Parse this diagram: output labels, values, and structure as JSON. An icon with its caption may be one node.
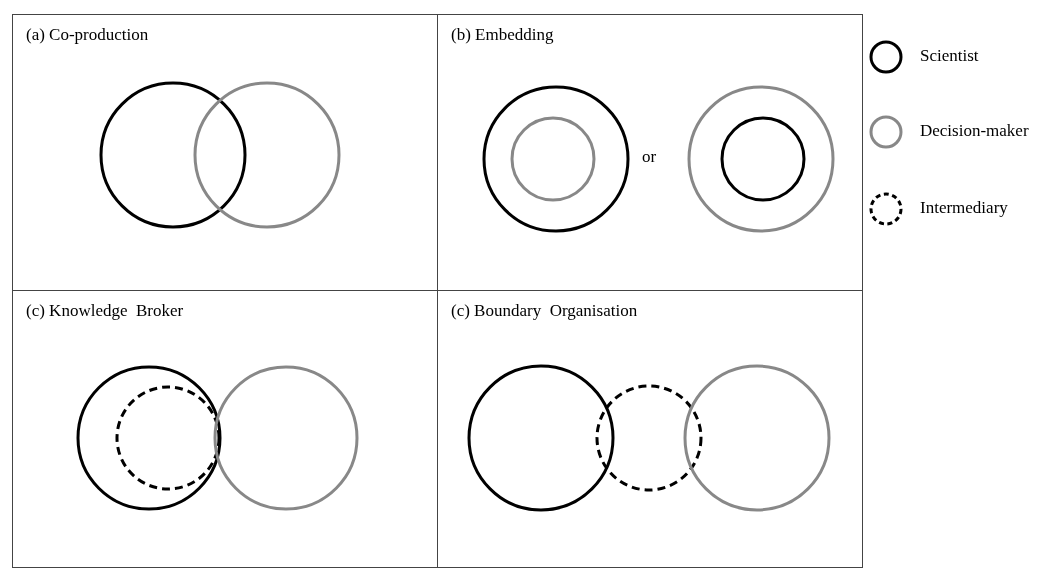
{
  "diagram": {
    "nodes": [
      {
        "text": [
          "(a) Co-production"
        ]
      },
      {
        "text": [
          "(b) Embedding"
        ]
      },
      {
        "text": [
          "(c) Knowledge  Broker"
        ]
      },
      {
        "text": [
          "(c) Boundary  Organisation"
        ]
      }
    ],
    "labels": [
      "or"
    ],
    "legend": [
      {
        "text": "Scientist"
      },
      {
        "text": "Decision-maker"
      },
      {
        "text": "Intermediary"
      }
    ]
  }
}
